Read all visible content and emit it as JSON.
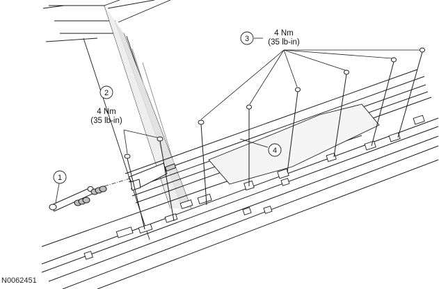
{
  "figure_id": "N0062451",
  "callouts": [
    {
      "number": "1"
    },
    {
      "number": "2",
      "torque_nm": "4 Nm",
      "torque_lbin": "(35 lb-in)"
    },
    {
      "number": "3",
      "torque_nm": "4 Nm",
      "torque_lbin": "(35 lb-in)"
    },
    {
      "number": "4"
    }
  ],
  "colors": {
    "line": "#1a1a1a",
    "shade": "#d9d9d9",
    "fill": "#ffffff"
  }
}
